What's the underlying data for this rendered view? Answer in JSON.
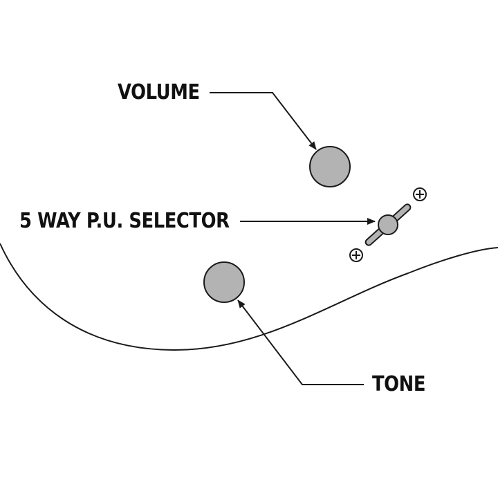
{
  "labels": {
    "volume": "VOLUME",
    "selector": "5 WAY P.U. SELECTOR",
    "tone": "TONE"
  },
  "colors": {
    "background": "#ffffff",
    "line": "#1a1a1a",
    "knob_fill": "#b3b3b3",
    "text": "#111111"
  }
}
